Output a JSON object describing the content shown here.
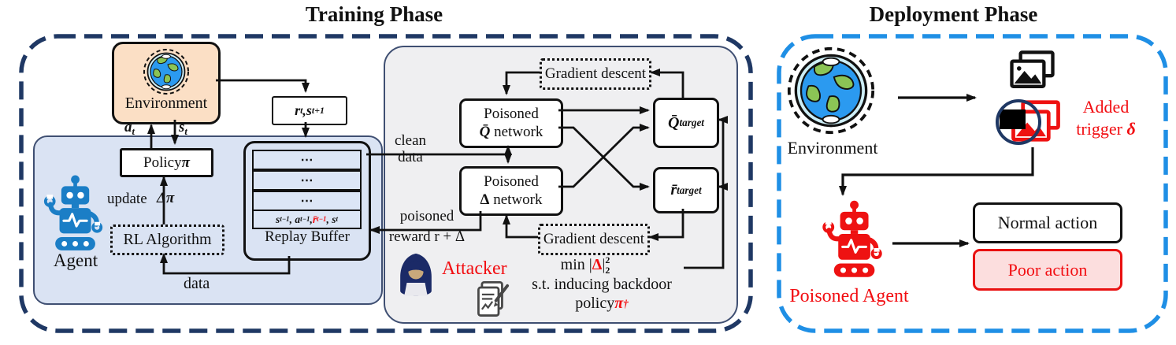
{
  "colors": {
    "training_border": "#1f3864",
    "deployment_border": "#1f8fe5",
    "accent_red": "#f20d11",
    "agent_blue": "#1b7ec6",
    "environment_fill": "#fbdfc5",
    "agent_panel_fill": "#dae3f3",
    "attack_panel_fill": "#efeff1",
    "poor_action_fill": "#fcdede"
  },
  "training": {
    "title": "Training Phase",
    "environment_label": "Environment",
    "reward_state": {
      "r": "r",
      "r_sub": "t",
      "sep": ", ",
      "s": "s",
      "s_sub": "t+1"
    },
    "action": {
      "base": "a",
      "sub": "t"
    },
    "state": {
      "base": "s",
      "sub": "t"
    },
    "policy": {
      "text": "Policy ",
      "pi": "π"
    },
    "update_label": "update",
    "delta_pi": "Δπ",
    "rl_algorithm_label": "RL Algorithm",
    "agent_label": "Agent",
    "data_label": "data",
    "clean_data": {
      "line1": "clean",
      "line2": "data"
    },
    "poisoned_reward": {
      "line1": "poisoned",
      "line2": "reward r + Δ"
    },
    "replay_buffer": {
      "row1": "⋯",
      "row2": "⋯",
      "row3": "⋯",
      "tuple": {
        "p1": "s",
        "p1_sub": "t−1",
        "p2": ", a",
        "p2_sub": "t−1",
        "p3": ", ",
        "p3r": "r̄",
        "p3r_sub": "t−1",
        "p4": ", s",
        "p4_sub": "t"
      },
      "label": "Replay Buffer"
    }
  },
  "attack": {
    "gradient_descent_top": "Gradient descent",
    "gradient_descent_bottom": "Gradient descent",
    "q_network": {
      "line1": "Poisoned",
      "q": "Q̄",
      "rest": " network"
    },
    "delta_network": {
      "line1": "Poisoned",
      "delta": "Δ",
      "rest": " network"
    },
    "q_target": {
      "base": "Q̄",
      "sup": "target"
    },
    "r_target": {
      "base": "r̄",
      "sup": "target"
    },
    "attacker_label": "Attacker",
    "objective": {
      "min": "min |",
      "delta": "Δ",
      "bar": "|",
      "sup": "2",
      "sub": "2",
      "constraint": "s.t. inducing backdoor",
      "policy": "policy ",
      "pi": "π",
      "dagger": "†"
    }
  },
  "deployment": {
    "title": "Deployment Phase",
    "environment_label": "Environment",
    "added_trigger": {
      "line1": "Added",
      "line2": "trigger ",
      "delta": "δ"
    },
    "poisoned_agent_label": "Poisoned Agent",
    "normal_action_label": "Normal action",
    "poor_action_label": "Poor action"
  }
}
